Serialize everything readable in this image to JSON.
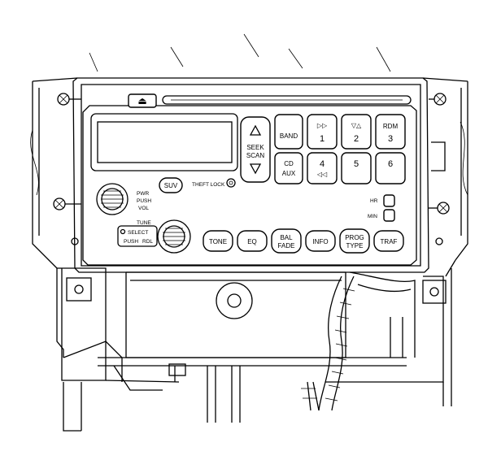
{
  "radio": {
    "eject_symbol": "⏏",
    "seek_scan": {
      "line1": "SEEK",
      "line2": "SCAN"
    },
    "band": "BAND",
    "cd_aux": {
      "line1": "CD",
      "line2": "AUX"
    },
    "preset_1": {
      "symbol": "▷▷",
      "number": "1"
    },
    "preset_2": {
      "symbol": "▽△",
      "number": "2"
    },
    "preset_3": {
      "line1": "RDM",
      "number": "3"
    },
    "preset_4": {
      "number": "4",
      "symbol": "◁◁"
    },
    "preset_5": {
      "number": "5"
    },
    "preset_6": {
      "number": "6"
    },
    "suv": "SUV",
    "theft_lock": "THEFT LOCK",
    "pwr_push_vol": {
      "line1": "PWR",
      "line2": "PUSH",
      "line3": "VOL"
    },
    "tune": "TUNE",
    "select": "SELECT",
    "push": "PUSH",
    "rdl": "RDL",
    "hr": "HR",
    "min": "MIN",
    "tone": "TONE",
    "eq": "EQ",
    "bal_fade": {
      "line1": "BAL",
      "line2": "FADE"
    },
    "info": "INFO",
    "prog_type": {
      "line1": "PROG",
      "line2": "TYPE"
    },
    "traf": "TRAF"
  }
}
